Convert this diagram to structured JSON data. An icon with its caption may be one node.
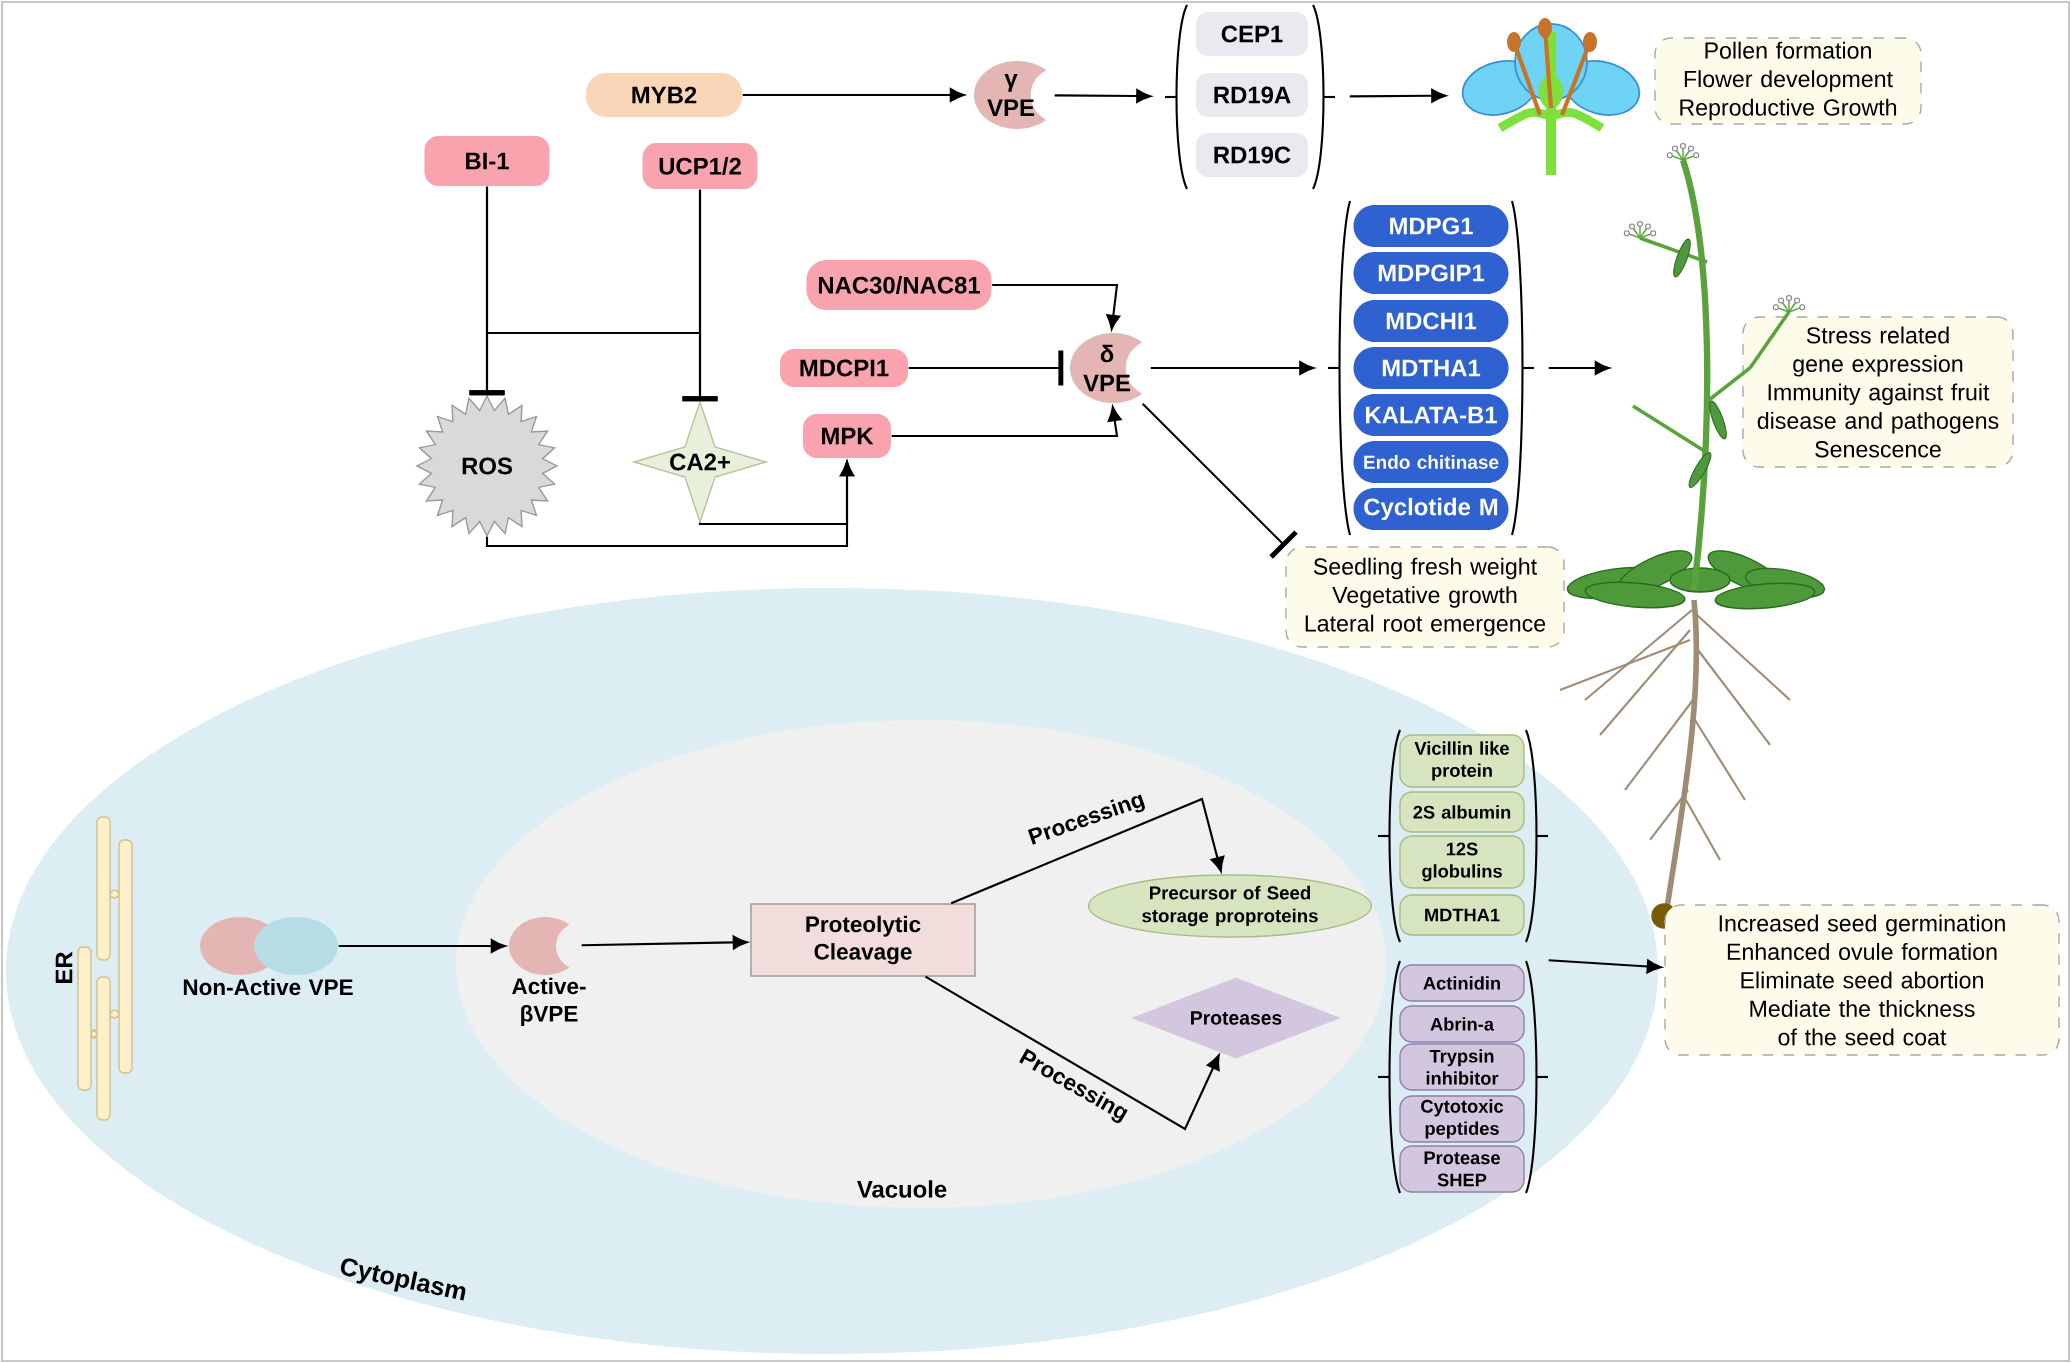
{
  "diagram": {
    "nodes": [
      {
        "text": [
          "MYB2"
        ]
      },
      {
        "text": [
          "γ VPE"
        ]
      },
      {
        "text": [],
        "shape": "bracket"
      },
      {
        "text": [
          "CEP1"
        ],
        "in": 2
      },
      {
        "text": [
          "RD19A"
        ],
        "in": 2
      },
      {
        "text": [
          "RD19C"
        ],
        "in": 2
      },
      {
        "text": [],
        "shape": "picture"
      },
      {
        "text": [
          "Pollen formation",
          "Flower development",
          "Reproductive Growth"
        ]
      },
      {
        "text": [
          "BI-1"
        ]
      },
      {
        "text": [
          "UCP1/2"
        ]
      },
      {
        "text": [
          "NAC30/NAC81"
        ]
      },
      {
        "text": [
          "MDCPI1"
        ]
      },
      {
        "text": [
          "MPK"
        ]
      },
      {
        "text": [
          "δ VPE"
        ]
      },
      {
        "text": [
          "ROS"
        ]
      },
      {
        "text": [
          "CA2+"
        ]
      },
      {
        "text": [],
        "shape": "bracket"
      },
      {
        "text": [
          "MDPG1"
        ],
        "in": 16
      },
      {
        "text": [
          "MDPGIP1"
        ],
        "in": 16
      },
      {
        "text": [
          "MDCHI1"
        ],
        "in": 16
      },
      {
        "text": [
          "MDTHA1"
        ],
        "in": 16
      },
      {
        "text": [
          "KALATA-B1"
        ],
        "in": 16
      },
      {
        "text": [
          "Endo chitinase"
        ],
        "in": 16
      },
      {
        "text": [
          "Cyclotide M"
        ],
        "in": 16
      },
      {
        "text": [
          "Stress related gene expression",
          "Immunity against fruit disease and pathogens",
          "Senescence"
        ]
      },
      {
        "text": [],
        "shape": "picture"
      },
      {
        "text": [
          "Seedling fresh weight",
          "Vegetative growth",
          "Lateral root emergence"
        ]
      },
      {
        "text": [
          "Cytoplasm"
        ]
      },
      {
        "text": [
          "ER"
        ],
        "in": 27
      },
      {
        "text": [
          "Non-Active VPE"
        ],
        "in": 27
      },
      {
        "text": [
          "Vacuole"
        ],
        "in": 27
      },
      {
        "text": [
          "Active-βVPE"
        ],
        "in": 30
      },
      {
        "text": [
          "Proteolytic Cleavage"
        ],
        "in": 30
      },
      {
        "text": [
          "Precursor of Seed storage proproteins"
        ],
        "in": 30
      },
      {
        "text": [
          "Proteases"
        ],
        "in": 30
      },
      {
        "text": [],
        "shape": "bracket",
        "in": 27
      },
      {
        "text": [
          "Vicillin like protein"
        ],
        "in": 35
      },
      {
        "text": [
          "2S albumin"
        ],
        "in": 35
      },
      {
        "text": [
          "12S globulins"
        ],
        "in": 35
      },
      {
        "text": [
          "MDTHA1"
        ],
        "in": 35
      },
      {
        "text": [],
        "shape": "bracket",
        "in": 27
      },
      {
        "text": [
          "Actinidin"
        ],
        "in": 40
      },
      {
        "text": [
          "Abrin-a"
        ],
        "in": 40
      },
      {
        "text": [
          "Trypsin inhibitor"
        ],
        "in": 40
      },
      {
        "text": [
          "Cytotoxic peptides"
        ],
        "in": 40
      },
      {
        "text": [
          "Protease SHEP"
        ],
        "in": 40
      },
      {
        "text": [
          "Increased seed germination",
          "Enhanced ovule formation",
          "Eliminate seed abortion",
          "Mediate the thickness of the seed coat"
        ]
      }
    ],
    "edges": [
      {
        "from": 0,
        "to": 1,
        "arrow": "to"
      },
      {
        "from": 1,
        "to": 2,
        "arrow": "to"
      },
      {
        "from": 2,
        "to": 6,
        "arrow": "to"
      },
      {
        "from": 8,
        "to": 14,
        "arrow": "other"
      },
      {
        "from": 8,
        "to": 15,
        "arrow": "other"
      },
      {
        "from": 9,
        "to": 14,
        "arrow": "other"
      },
      {
        "from": 9,
        "to": 15,
        "arrow": "other"
      },
      {
        "from": 14,
        "to": 12,
        "arrow": "to"
      },
      {
        "from": 15,
        "to": 12,
        "arrow": "to"
      },
      {
        "from": 10,
        "to": 13,
        "arrow": "to"
      },
      {
        "from": 11,
        "to": 13,
        "arrow": "other"
      },
      {
        "from": 12,
        "to": 13,
        "arrow": "to"
      },
      {
        "from": 13,
        "to": 16,
        "arrow": "to"
      },
      {
        "from": 16,
        "to": 25,
        "arrow": "to"
      },
      {
        "from": 13,
        "to": 26,
        "arrow": "other"
      },
      {
        "from": 29,
        "to": 31,
        "arrow": "to"
      },
      {
        "from": 31,
        "to": 32,
        "arrow": "to"
      },
      {
        "from": 32,
        "to": 33,
        "arrow": "to",
        "label": "Processing"
      },
      {
        "from": 32,
        "to": 34,
        "arrow": "to",
        "label": "Processing"
      },
      {
        "from": 40,
        "to": 46,
        "arrow": "to"
      }
    ]
  }
}
